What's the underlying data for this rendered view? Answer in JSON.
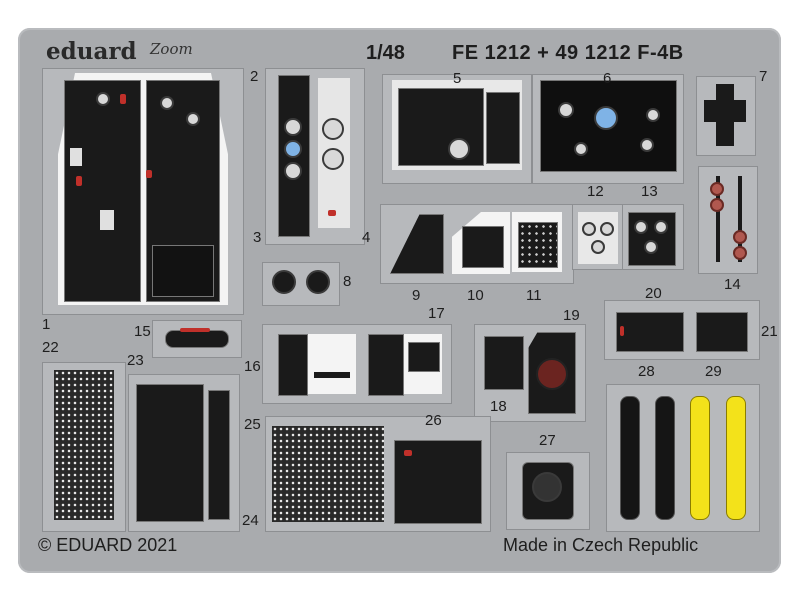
{
  "sheet": {
    "brand": "eduard",
    "zoom_logo": "Zoom",
    "scale": "1/48",
    "product_title": "FE 1212 + 49 1212 F-4B",
    "copyright": "© EDUARD 2021",
    "origin": "Made in Czech Republic"
  },
  "colors": {
    "fret": "#a9abae",
    "panel_black": "#1a1a1a",
    "panel_white": "#f4f4f4",
    "accent_red": "#c0302a",
    "accent_yellow": "#f3e21a",
    "dial_blue": "#7fb3e6"
  },
  "part_numbers": [
    "1",
    "2",
    "3",
    "4",
    "5",
    "6",
    "7",
    "8",
    "9",
    "10",
    "11",
    "12",
    "13",
    "14",
    "15",
    "16",
    "17",
    "18",
    "19",
    "20",
    "21",
    "22",
    "23",
    "24",
    "25",
    "26",
    "27",
    "28",
    "29"
  ]
}
